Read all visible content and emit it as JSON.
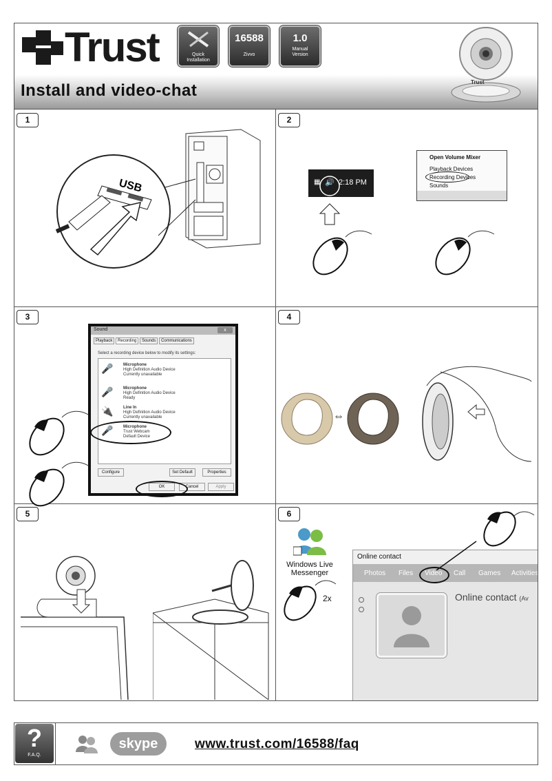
{
  "header": {
    "brand": "Trust",
    "tiles": [
      {
        "big": "",
        "small_1": "Quick",
        "small_2": "Installation"
      },
      {
        "big": "16588",
        "small_1": "Zivvo",
        "small_2": ""
      },
      {
        "big": "1.0",
        "small_1": "Manual",
        "small_2": "Version"
      }
    ],
    "title": "Install and video-chat",
    "camera_brand": "Trust"
  },
  "steps": [
    "1",
    "2",
    "3",
    "4",
    "5",
    "6"
  ],
  "step1": {
    "port_label": "USB"
  },
  "step2": {
    "tray_time": "2:18 PM",
    "menu": [
      "Open Volume Mixer",
      "Playback Devices",
      "Recording Devices",
      "Sounds"
    ]
  },
  "step3": {
    "window_title": "Sound",
    "tabs": [
      "Playback",
      "Recording",
      "Sounds",
      "Communications"
    ],
    "instruction": "Select a recording device below to modify its settings:",
    "devices": [
      {
        "name": "Microphone",
        "line1": "High Definition Audio Device",
        "line2": "Currently unavailable"
      },
      {
        "name": "Microphone",
        "line1": "High Definition Audio Device",
        "line2": "Ready"
      },
      {
        "name": "Line In",
        "line1": "High Definition Audio Device",
        "line2": "Currently unavailable"
      },
      {
        "name": "Microphone",
        "line1": "Trust Webcam",
        "line2": "Default Device"
      }
    ],
    "buttons": {
      "configure": "Configure",
      "set_default": "Set Default",
      "properties": "Properties",
      "ok": "OK",
      "cancel": "Cancel",
      "apply": "Apply"
    }
  },
  "step4": {
    "swap_symbol": "⇔"
  },
  "step6": {
    "app_line1": "Windows Live",
    "app_line2": "Messenger",
    "clicks": "2x",
    "window_title": "Online contact",
    "nav": [
      "Photos",
      "Files",
      "Video",
      "Call",
      "Games",
      "Activities"
    ],
    "contact_name": "Online contact",
    "contact_suffix": "(Av"
  },
  "footer": {
    "faq_label": "F.A.Q.",
    "skype": "skype",
    "url": "www.trust.com/16588/faq"
  }
}
